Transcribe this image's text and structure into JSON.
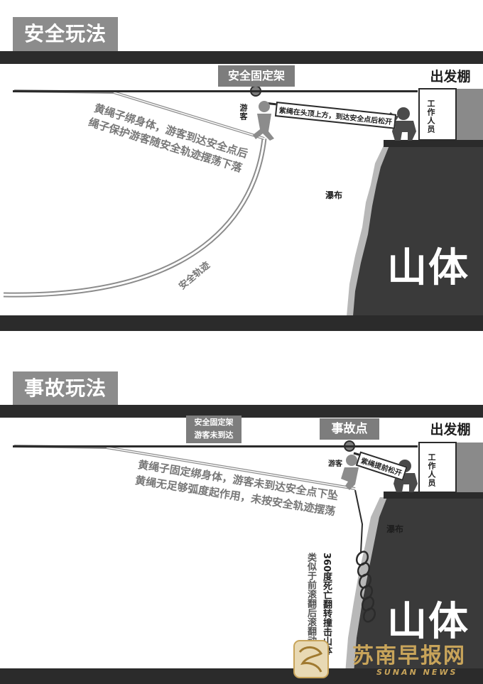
{
  "safe_panel": {
    "title": "安全玩法",
    "anchor_label": "安全固定架",
    "shed_label": "出发棚",
    "tourist_label": "游客",
    "worker_label": "工作人员",
    "rope_note": "紫绳在头顶上方，到达安全点后松开",
    "caption_line1": "黄绳子绑身体，游客到达安全点后",
    "caption_line2": "绳子保护游客随安全轨迹摆荡下落",
    "waterfall_label": "瀑布",
    "mountain_label": "山体",
    "trajectory_label": "安全轨迹"
  },
  "accident_panel": {
    "title": "事故玩法",
    "anchor_label_line1": "安全固定架",
    "anchor_label_line2": "游客未到达",
    "accident_point_label": "事故点",
    "shed_label": "出发棚",
    "tourist_label": "游客",
    "worker_label": "工作人员",
    "rope_note": "紫绳提前松开",
    "caption_line1": "黄绳子固定绑身体，游客未到达安全点下坠",
    "caption_line2": "黄绳无足够弧度起作用，未按安全轨迹摆荡",
    "waterfall_label": "瀑布",
    "mountain_label": "山体",
    "fall_label_line1": "360度死亡翻转撞击山体",
    "fall_label_line2": "类似于前滚翻后滚翻动作"
  },
  "watermark": {
    "brand": "苏南早报网",
    "brand_en": "SUNAN NEWS"
  },
  "colors": {
    "dark": "#2b2b2b",
    "mid_gray": "#7d7d7d",
    "light_gray": "#b8b8b8",
    "logo_gold": "#c8a45a"
  }
}
